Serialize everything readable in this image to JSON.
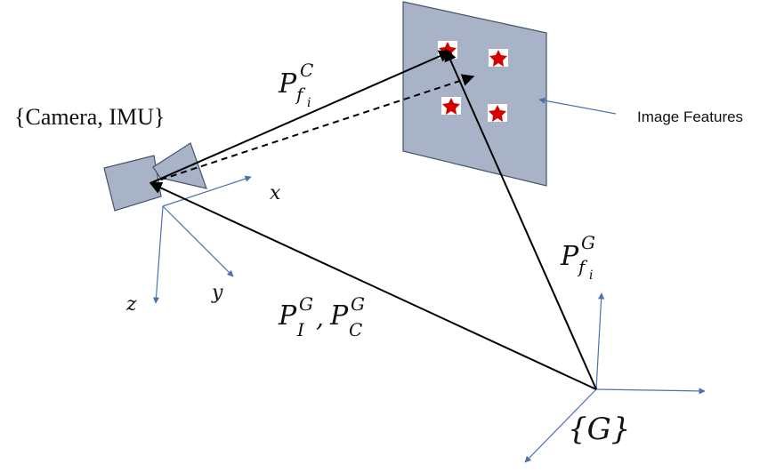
{
  "camera_label": "{Camera, IMU}",
  "image_features_label": "Image Features",
  "camera_axes": {
    "x": "x",
    "y": "y",
    "z": "z"
  },
  "world_frame_label": "{G}",
  "vectors": {
    "p_f_c": {
      "base": "P",
      "sub": "f",
      "subsub": "i",
      "sup": "C"
    },
    "p_i_g": {
      "base1": "P",
      "sub1": "I",
      "sup1": "G",
      "sep": ",",
      "base2": "P",
      "sub2": "C",
      "sup2": "G"
    },
    "p_f_g": {
      "base": "P",
      "sub": "f",
      "subsub": "i",
      "sup": "G"
    }
  },
  "colors": {
    "plane": "#a9b3c8",
    "axes": "#4a72b0",
    "stars": "#d40000"
  }
}
